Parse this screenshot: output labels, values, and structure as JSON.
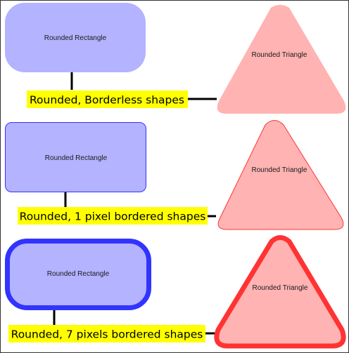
{
  "colors": {
    "rectangle_fill": "#b3b3ff",
    "rectangle_border": "#3333ff",
    "triangle_fill": "#ffb3b3",
    "triangle_border": "#ff3333",
    "label_background": "#ffff00",
    "connector": "#000000"
  },
  "groups": [
    {
      "label": "Rounded, Borderless shapes",
      "rectangle_text": "Rounded Rectangle",
      "triangle_text": "Rounded Triangle",
      "border_width": 0
    },
    {
      "label": "Rounded, 1 pixel bordered shapes",
      "rectangle_text": "Rounded Rectangle",
      "triangle_text": "Rounded Triangle",
      "border_width": 1
    },
    {
      "label": "Rounded, 7 pixels bordered shapes",
      "rectangle_text": "Rounded Rectangle",
      "triangle_text": "Rounded Triangle",
      "border_width": 7
    }
  ]
}
